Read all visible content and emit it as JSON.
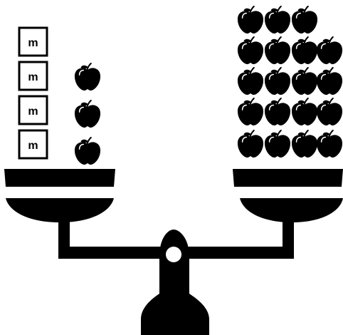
{
  "diagram": {
    "colors": {
      "ink": "#000000",
      "paper": "#ffffff"
    },
    "left_pan": {
      "mass_blocks": [
        {
          "label": "m"
        },
        {
          "label": "m"
        },
        {
          "label": "m"
        },
        {
          "label": "m"
        }
      ],
      "apples": {
        "icon": "apple-icon",
        "count": 3
      }
    },
    "right_pan": {
      "apples": {
        "icon": "apple-icon",
        "count": 19
      }
    }
  }
}
